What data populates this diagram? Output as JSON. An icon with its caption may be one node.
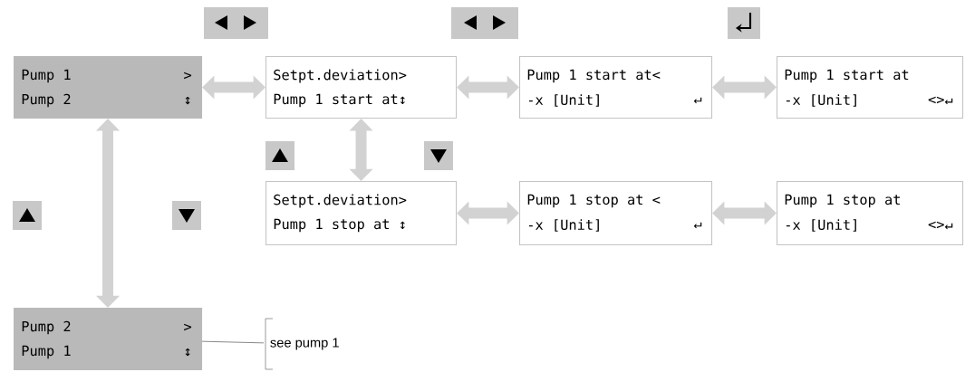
{
  "diagram": {
    "nodes": [
      {
        "text": [
          "Pump 1",
          ">",
          "Pump 2",
          "↕"
        ]
      },
      {
        "text": [
          "Setpt.deviation>",
          "Pump 1 start at↕"
        ]
      },
      {
        "text": [
          "Pump 1 start at<",
          "-x [Unit]",
          "↵"
        ]
      },
      {
        "text": [
          "Pump 1 start at",
          "-x [Unit]",
          "<>↵"
        ]
      },
      {
        "text": [
          "Setpt.deviation>",
          "Pump 1 stop at ↕"
        ]
      },
      {
        "text": [
          "Pump 1 stop at <",
          "-x [Unit]",
          "↵"
        ]
      },
      {
        "text": [
          "Pump 1 stop at",
          "-x [Unit]",
          "<>↵"
        ]
      },
      {
        "text": [
          "Pump 2",
          ">",
          "Pump 1",
          "↕"
        ]
      },
      {
        "text": [
          "see pump 1"
        ]
      }
    ],
    "edges": [
      {
        "from": 0,
        "to": 1,
        "arrow": "both"
      },
      {
        "from": 1,
        "to": 2,
        "arrow": "both"
      },
      {
        "from": 2,
        "to": 3,
        "arrow": "both"
      },
      {
        "from": 1,
        "to": 4,
        "arrow": "both"
      },
      {
        "from": 4,
        "to": 5,
        "arrow": "both"
      },
      {
        "from": 5,
        "to": 6,
        "arrow": "both"
      },
      {
        "from": 0,
        "to": 7,
        "arrow": "both"
      },
      {
        "from": 7,
        "to": 8,
        "arrow": "none"
      }
    ]
  }
}
